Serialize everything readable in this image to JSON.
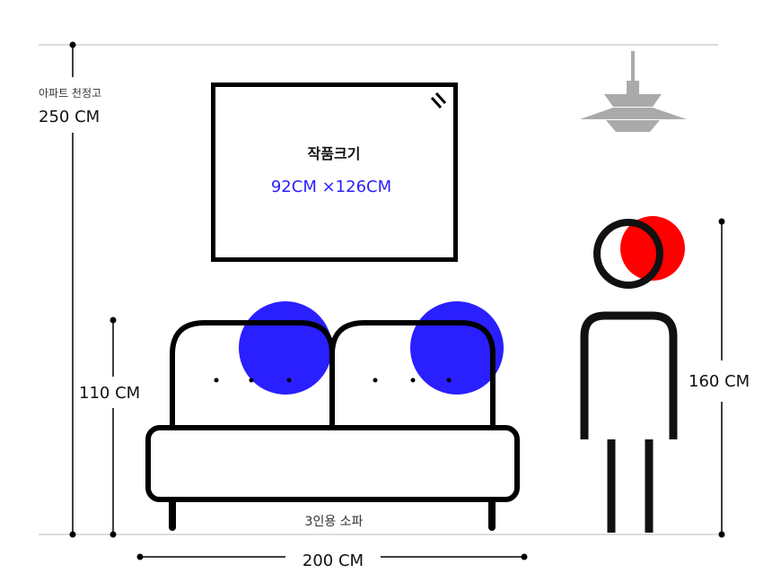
{
  "ceiling": {
    "label": "아파트 천정고",
    "value": "250 CM"
  },
  "artwork": {
    "title": "작품크기",
    "size": "92CM ×126CM"
  },
  "sofa": {
    "label": "3인용 소파",
    "height": "110 CM",
    "width": "200 CM"
  },
  "person": {
    "height": "160 CM"
  },
  "colors": {
    "blue": "#2a1fff",
    "red": "#ff0000",
    "gray": "#aaaaaa",
    "line": "#bbbbbb"
  }
}
